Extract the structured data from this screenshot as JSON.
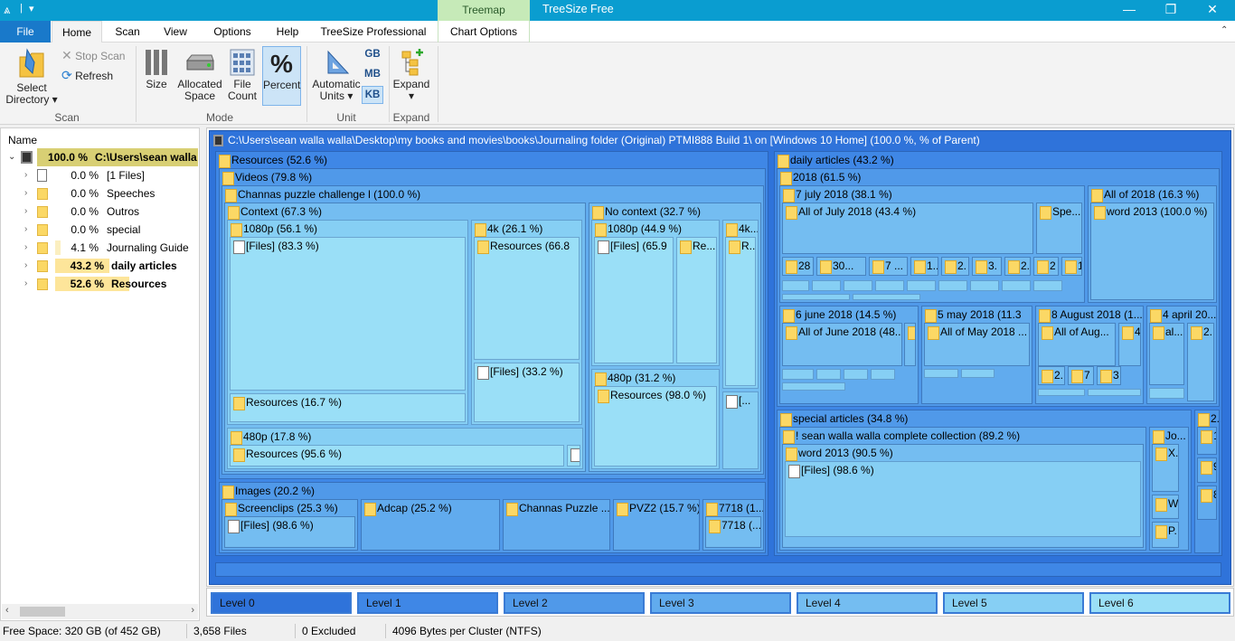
{
  "window": {
    "title": "TreeSize Free",
    "context_tab": "Treemap",
    "minimize": "—",
    "restore": "❐",
    "close": "✕"
  },
  "tabs": {
    "file": "File",
    "home": "Home",
    "scan": "Scan",
    "view": "View",
    "options": "Options",
    "help": "Help",
    "pro": "TreeSize Professional",
    "chart_options": "Chart Options"
  },
  "ribbon": {
    "select_dir": "Select",
    "select_dir2": "Directory ▾",
    "stop_scan": "Stop Scan",
    "refresh": "Refresh",
    "size": "Size",
    "allocated": "Allocated",
    "allocated2": "Space",
    "file_count": "File",
    "file_count2": "Count",
    "percent": "Percent",
    "auto_units": "Automatic",
    "auto_units2": "Units ▾",
    "gb": "GB",
    "mb": "MB",
    "kb": "KB",
    "expand": "Expand",
    "expand2": "▾",
    "group_scan": "Scan",
    "group_mode": "Mode",
    "group_unit": "Unit",
    "group_expand": "Expand"
  },
  "tree": {
    "header": "Name",
    "root": {
      "pct": "100.0 %",
      "name": "C:\\Users\\sean walla walla\\Desktop\\my books and movies\\books\\Journaling folder (Original) PTMI888 Build 1"
    },
    "items": [
      {
        "pct": "0.0 %",
        "name": "[1 Files]"
      },
      {
        "pct": "0.0 %",
        "name": "Speeches"
      },
      {
        "pct": "0.0 %",
        "name": "Outros"
      },
      {
        "pct": "0.0 %",
        "name": "special"
      },
      {
        "pct": "4.1 %",
        "name": "Journaling Guide"
      },
      {
        "pct": "43.2 %",
        "name": "daily articles"
      },
      {
        "pct": "52.6 %",
        "name": "Resources"
      }
    ]
  },
  "treemap": {
    "header": "C:\\Users\\sean walla walla\\Desktop\\my books and movies\\books\\Journaling folder (Original) PTMI888 Build 1\\  on  [Windows 10 Home] (100.0 %, % of Parent)",
    "labels": {
      "resources": "Resources (52.6 %)",
      "videos": "Videos (79.8 %)",
      "channas": "Channas puzzle challenge l (100.0 %)",
      "context": "Context (67.3 %)",
      "p1080": "1080p (56.1 %)",
      "files83": "[Files] (83.3 %)",
      "res167": "Resources (16.7 %)",
      "k4": "4k (26.1 %)",
      "res668": "Resources (66.8",
      "files332": "[Files] (33.2 %)",
      "p480a": "480p (17.8 %)",
      "res956": "Resources (95.6 %)",
      "brk1": "[..",
      "nocontext": "No context (32.7 %)",
      "p1080b": "1080p (44.9 %)",
      "files659": "[Files] (65.9",
      "re": "Re...",
      "k4b": "4k...",
      "r": "R...",
      "p480b": "480p (31.2 %)",
      "res980": "Resources (98.0 %)",
      "brk2": "[...",
      "images": "Images (20.2 %)",
      "screenclips": "Screenclips (25.3 %)",
      "files986a": "[Files] (98.6 %)",
      "adcap": "Adcap (25.2 %)",
      "channaspuzzle": "Channas Puzzle ...",
      "pvz2": "PVZ2 (15.7 %)",
      "s7718a": "7718 (1...",
      "s7718b": "7718 (...",
      "daily": "daily articles (43.2 %)",
      "y2018": "2018 (61.5 %)",
      "july": "7 july 2018 (38.1 %)",
      "alljuly": "All of July 2018 (43.4 %)",
      "spe": "Spe...",
      "all2018": "All of 2018 (16.3 %)",
      "word2013a": "word 2013 (100.0 %)",
      "june": "6 june 2018 (14.5 %)",
      "alljune": "All of June 2018 (48....",
      "may": "5 may 2018 (11.3",
      "allmay": "All of May 2018 ...",
      "aug": "8 August 2018 (1...",
      "allaug": "All of Aug...",
      "april": "4 april 20...",
      "al": "al...",
      "special": "special articles (34.8 %)",
      "sean": "! sean walla walla complete collection (89.2 %)",
      "word2013b": "word 2013 (90.5 %)",
      "files986b": "[Files] (98.6 %)",
      "jo": "Jo...",
      "x": "X.",
      "w": "W",
      "p": "P.",
      "two": "2.",
      "c1": "1..",
      "c9": "9..",
      "c8": "8..",
      "d28": "28 ...",
      "d30": "30...",
      "d7": "7 ...",
      "d1": "1...",
      "d2": "2.",
      "d3": "3.",
      "d2b": "2.",
      "d2c": "2",
      "d1b": "1",
      "n2": "2.",
      "n4": "4",
      "n2b": "2.",
      "n7": "7",
      "n3": "3",
      "n2c": "2."
    }
  },
  "levels": [
    "Level 0",
    "Level 1",
    "Level 2",
    "Level 3",
    "Level 4",
    "Level 5",
    "Level 6"
  ],
  "level_colors": [
    "#2f73da",
    "#3f87e6",
    "#5099e9",
    "#61abee",
    "#74bdf1",
    "#86cff4",
    "#9adff7"
  ],
  "status": {
    "free": "Free Space: 320 GB  (of 452 GB)",
    "files": "3,658  Files",
    "excluded": "0 Excluded",
    "cluster": "4096  Bytes per Cluster (NTFS)"
  }
}
